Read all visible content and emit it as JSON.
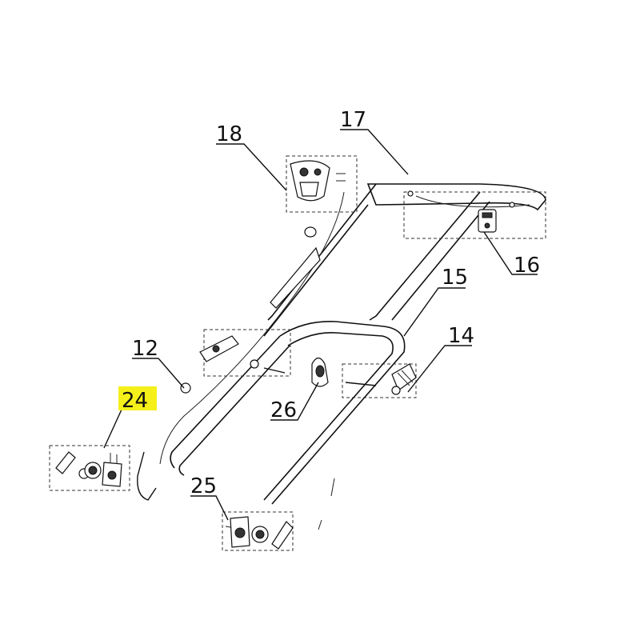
{
  "callouts": {
    "c12": "12",
    "c14": "14",
    "c15": "15",
    "c16": "16",
    "c17": "17",
    "c18": "18",
    "c24": "24",
    "c25": "25",
    "c26": "26"
  },
  "highlight_color": "#f5f01a"
}
